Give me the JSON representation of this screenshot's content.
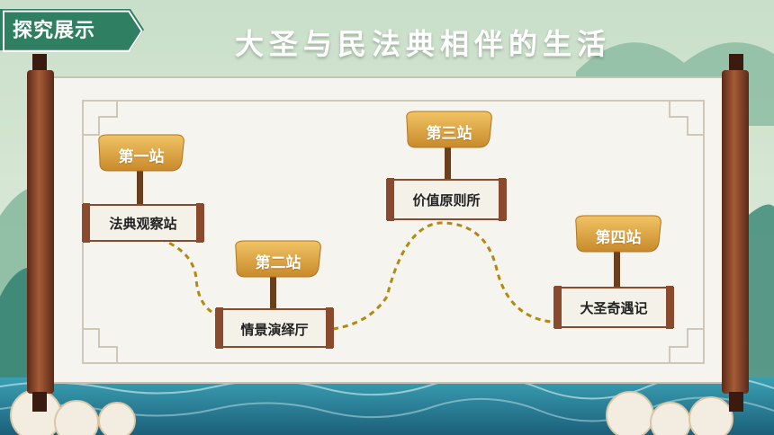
{
  "section_tag": "探究展示",
  "title": "大圣与民法典相伴的生活",
  "stations": [
    {
      "sign": "第一站",
      "place": "法典观察站"
    },
    {
      "sign": "第二站",
      "place": "情景演绎厅"
    },
    {
      "sign": "第三站",
      "place": "价值原则所"
    },
    {
      "sign": "第四站",
      "place": "大圣奇遇记"
    }
  ],
  "colors": {
    "tag_green": "#2f7f62",
    "scroll_wood": "#8a4a2e",
    "sign_gold": "#e0a641",
    "path_gold": "#b18a12",
    "paper": "#f6f4ee",
    "water": "#2f8ea4"
  }
}
